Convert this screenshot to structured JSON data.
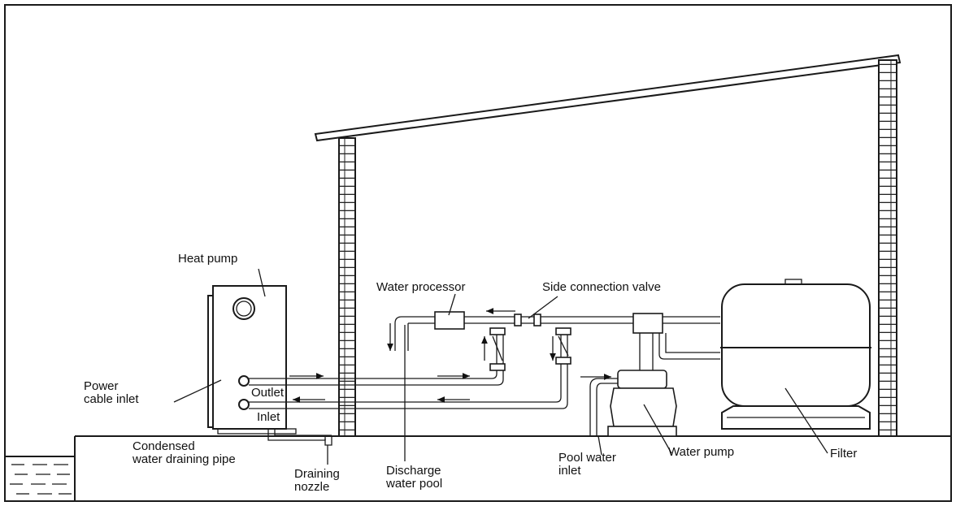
{
  "labels": {
    "heat_pump": "Heat pump",
    "power_cable_line1": "Power",
    "power_cable_line2": "cable inlet",
    "outlet": "Outlet",
    "inlet": "Inlet",
    "condensed_line1": "Condensed",
    "condensed_line2": "water draining pipe",
    "draining_line1": "Draining",
    "draining_line2": "nozzle",
    "discharge_line1": "Discharge",
    "discharge_line2": "water pool",
    "water_processor": "Water processor",
    "side_connection_valve": "Side connection valve",
    "pool_water_line1": "Pool water",
    "pool_water_line2": "inlet",
    "water_pump": "Water pump",
    "filter": "Filter"
  }
}
